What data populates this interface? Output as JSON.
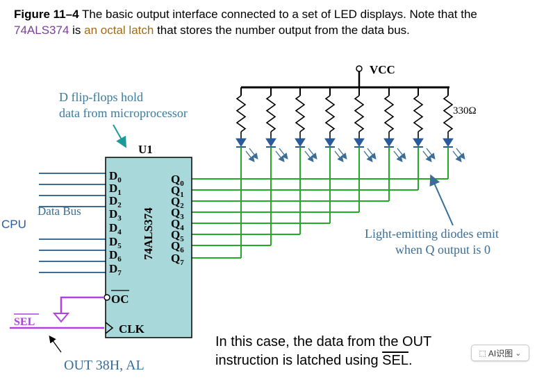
{
  "caption": {
    "figure_label": "Figure 11–4",
    "part1": "The basic output interface connected to a set of LED displays. Note that the",
    "chip": "74ALS374",
    "part2": "is",
    "latch": "an octal latch",
    "part3": "that stores the number output from the data bus."
  },
  "diagram": {
    "vcc": "VCC",
    "resistor": "330Ω",
    "annotation_dff_line1": "D flip-flops hold",
    "annotation_dff_line2": "data from microprocessor",
    "chip_ref": "U1",
    "chip_part": "74ALS374",
    "data_bus": "Data Bus",
    "cpu": "CPU",
    "d_pins": [
      "D",
      "D",
      "D",
      "D",
      "D",
      "D",
      "D",
      "D"
    ],
    "d_subs": [
      "0",
      "1",
      "2",
      "3",
      "4",
      "5",
      "6",
      "7"
    ],
    "q_pins": [
      "Q",
      "Q",
      "Q",
      "Q",
      "Q",
      "Q",
      "Q",
      "Q"
    ],
    "q_subs": [
      "0",
      "1",
      "2",
      "3",
      "4",
      "5",
      "6",
      "7"
    ],
    "oc": "OC",
    "clk": "CLK",
    "sel": "SEL",
    "out_instr": "OUT 38H, AL",
    "led_note_line1": "Light-emitting diodes emit",
    "led_note_line2": "when Q output is 0",
    "colors": {
      "wire_green": "#22aa22",
      "sel_purple": "#b040e0",
      "chip_fill": "#a8d8da",
      "annotation_blue": "#3a7a9e",
      "arrow_teal": "#1a9a9a"
    }
  },
  "bottom_note": {
    "line1": "In this case, the data from the OUT",
    "line2_prefix": "instruction is latched using ",
    "line2_sel": "SEL",
    "line2_suffix": "."
  },
  "ai_button": {
    "label": "AI识图",
    "icon": "scan-icon",
    "chevron": "chevron-down-icon"
  }
}
